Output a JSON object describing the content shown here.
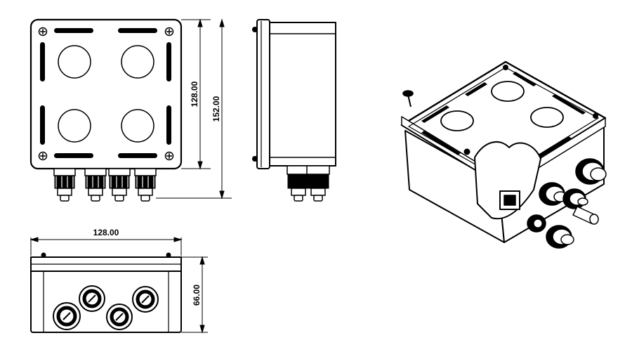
{
  "dimensions": {
    "inner_height": "128.00",
    "outer_height": "152.00",
    "width": "128.00",
    "depth": "66.00"
  },
  "icons": {
    "screw": "screw-icon",
    "cable_gland": "cable-gland-icon",
    "knockout_hole": "knockout-hole-icon"
  },
  "colors": {
    "line": "#000000",
    "background": "#ffffff"
  }
}
